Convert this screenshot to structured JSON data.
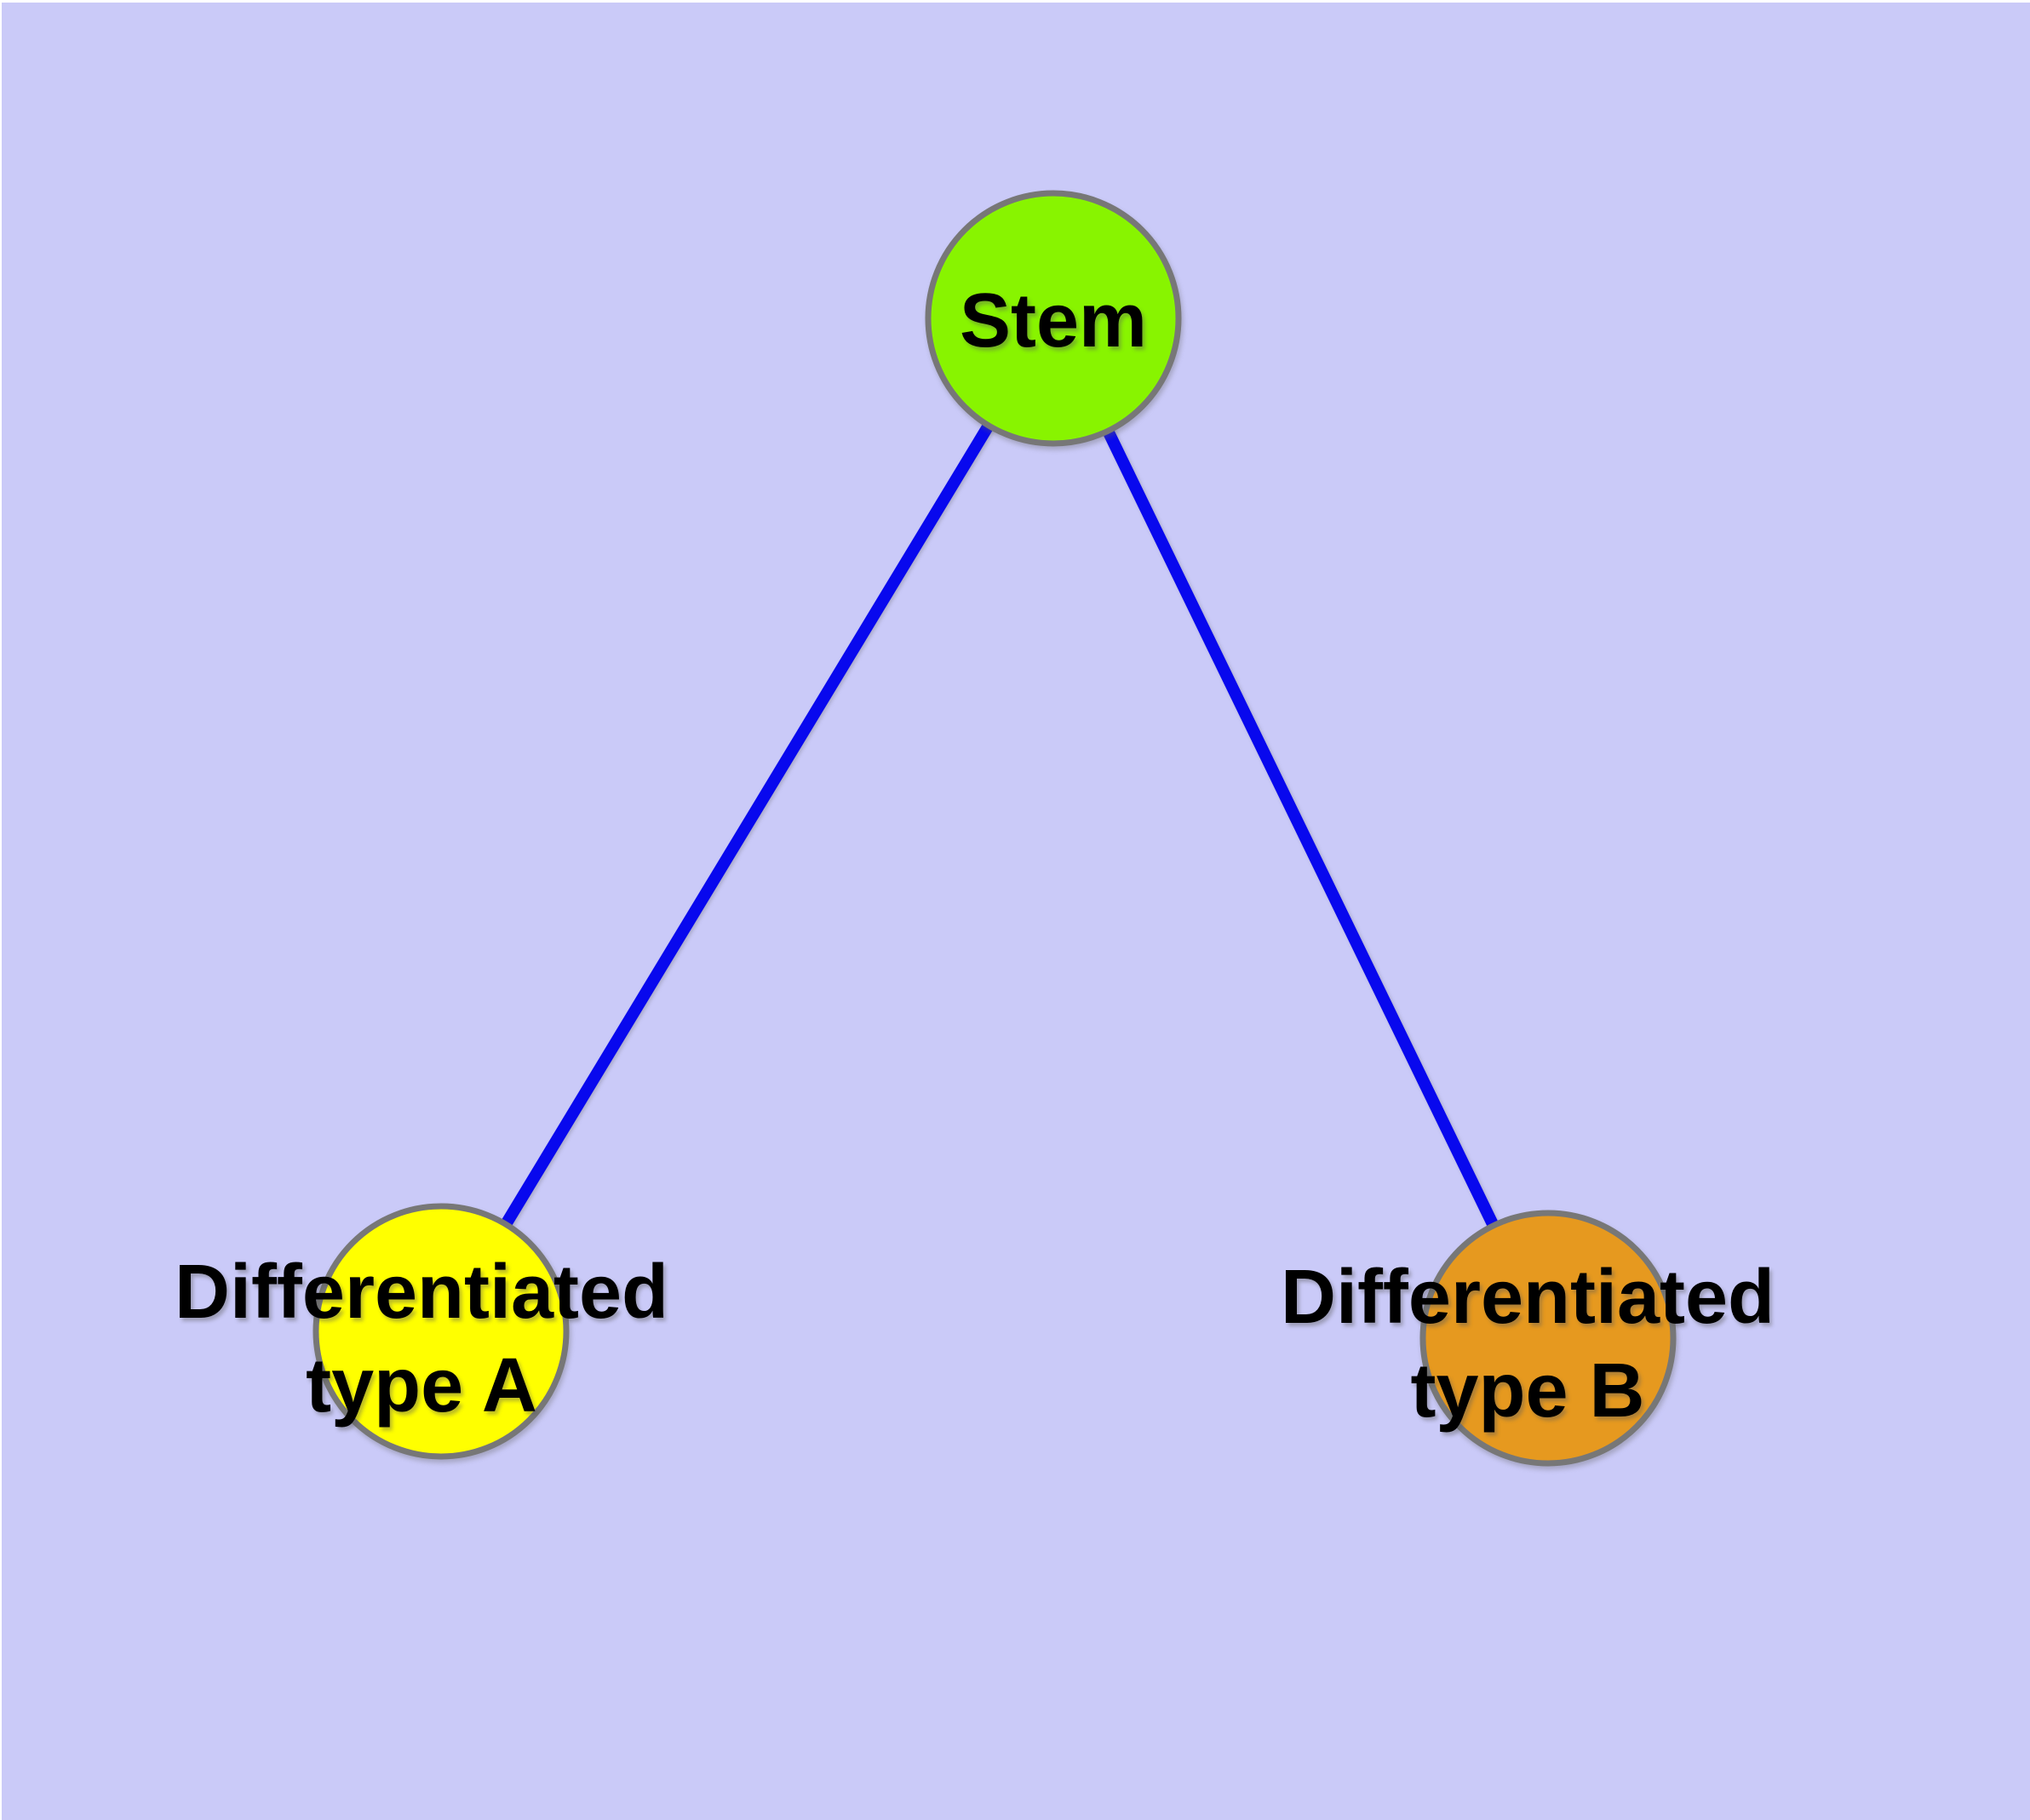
{
  "colors": {
    "page_margin": "#FFFFFF",
    "background": "#CACAF8",
    "edge": "#0808EE",
    "node_border": "#777777",
    "text": "#000000"
  },
  "nodes": {
    "stem": {
      "label": "Stem",
      "fill": "#88F400"
    },
    "type_a": {
      "line1": "Differentiated",
      "line2": "type A",
      "fill": "#FFFF00"
    },
    "type_b": {
      "line1": "Differentiated",
      "line2": "type B",
      "fill": "#E6991F"
    }
  },
  "edges": [
    {
      "from": "Stem",
      "to": "Differentiated type A"
    },
    {
      "from": "Stem",
      "to": "Differentiated type B"
    }
  ]
}
